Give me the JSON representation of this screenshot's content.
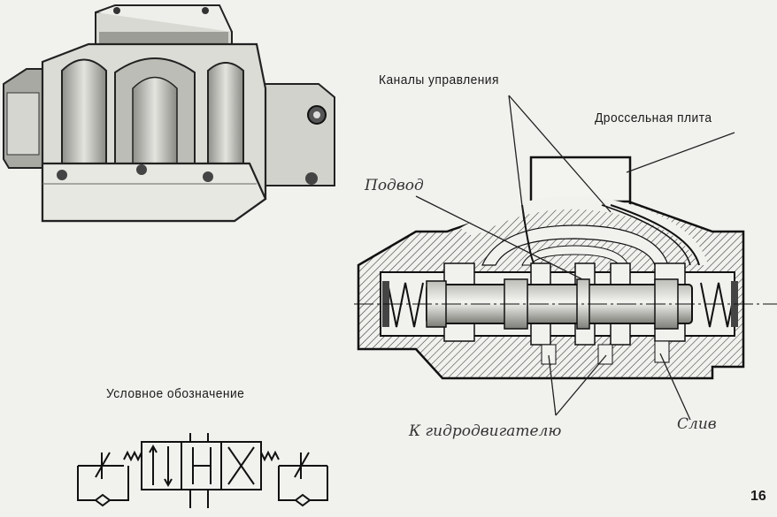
{
  "labels": {
    "control_channels": "Каналы управления",
    "throttle_plate": "Дроссельная плита",
    "supply": "Подвод",
    "to_motor": "К гидродвигателю",
    "drain": "Слив",
    "symbol_title": "Условное обозначение",
    "page_number": "16"
  },
  "colors": {
    "ink": "#1a1a1a",
    "paper": "#f1f1ee",
    "body_fill": "#c9c9c4"
  },
  "icons": {
    "photo": "valve-block-photo-icon",
    "section": "valve-cross-section-icon",
    "symbol": "hydraulic-symbol-icon"
  }
}
